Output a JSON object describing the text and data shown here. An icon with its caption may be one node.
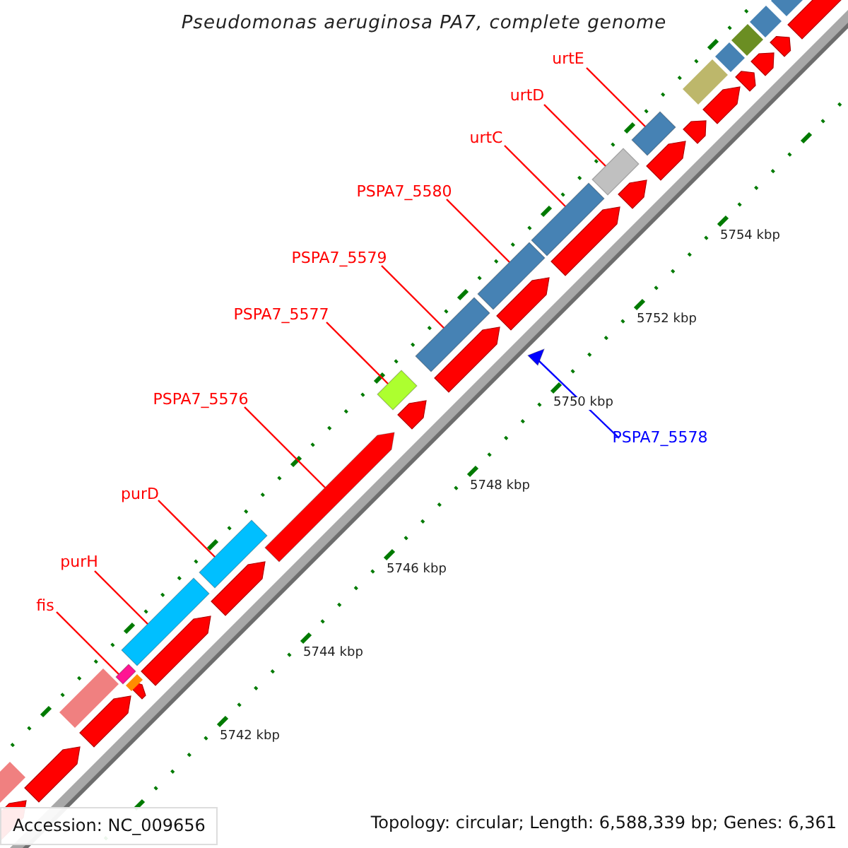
{
  "diagram": {
    "title": "Pseudomonas aeruginosa PA7, complete genome",
    "nodes": [
      {
        "text": [
          "urtE"
        ]
      },
      {
        "text": [
          "urtD"
        ]
      },
      {
        "text": [
          "urtC"
        ]
      },
      {
        "text": [
          "PSPA7_5580"
        ]
      },
      {
        "text": [
          "PSPA7_5579"
        ]
      },
      {
        "text": [
          "PSPA7_5577"
        ]
      },
      {
        "text": [
          "PSPA7_5576"
        ]
      },
      {
        "text": [
          "PSPA7_5578"
        ]
      },
      {
        "text": [
          "purD"
        ]
      },
      {
        "text": [
          "purH"
        ]
      },
      {
        "text": [
          "fis"
        ]
      },
      {
        "text": [],
        "shape": "box"
      },
      {
        "text": [],
        "shape": "box"
      },
      {
        "text": [],
        "shape": "box"
      },
      {
        "text": [],
        "shape": "box"
      },
      {
        "text": [],
        "shape": "box"
      },
      {
        "text": [],
        "shape": "box"
      },
      {
        "text": [],
        "shape": "arrow"
      },
      {
        "text": [],
        "shape": "triangle"
      },
      {
        "text": [],
        "shape": "box"
      },
      {
        "text": [],
        "shape": "box"
      },
      {
        "text": [],
        "shape": "box"
      }
    ],
    "edges": [
      {
        "from": 0,
        "to": 11,
        "arrow": "none"
      },
      {
        "from": 1,
        "to": 12,
        "arrow": "none"
      },
      {
        "from": 2,
        "to": 13,
        "arrow": "none"
      },
      {
        "from": 3,
        "to": 14,
        "arrow": "none"
      },
      {
        "from": 4,
        "to": 15,
        "arrow": "none"
      },
      {
        "from": 5,
        "to": 16,
        "arrow": "none"
      },
      {
        "from": 6,
        "to": 17,
        "arrow": "none"
      },
      {
        "from": 7,
        "to": 18,
        "arrow": "none",
        "color": "#0000ff"
      },
      {
        "from": 8,
        "to": 19,
        "arrow": "none"
      },
      {
        "from": 9,
        "to": 20,
        "arrow": "none"
      },
      {
        "from": 10,
        "to": 21,
        "arrow": "none"
      }
    ],
    "labels": [
      "5754 kbp",
      "5752 kbp",
      "5750 kbp",
      "5748 kbp",
      "5746 kbp",
      "5744 kbp",
      "5742 kbp",
      "Accession: NC_009656",
      "Topology: circular; Length: 6,588,339 bp; Genes: 6,361"
    ]
  }
}
